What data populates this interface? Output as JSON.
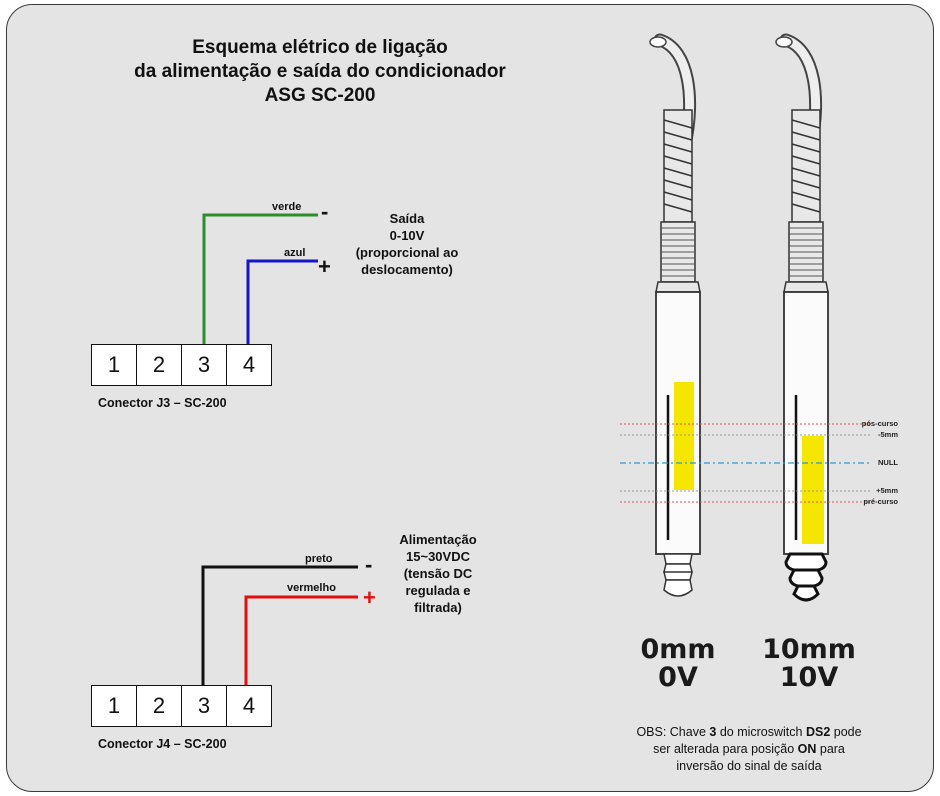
{
  "title": {
    "line1": "Esquema elétrico de ligação",
    "line2": "da alimentação e saída do condicionador",
    "line3": "ASG SC-200"
  },
  "output_block": {
    "wire_negative_label": "verde",
    "wire_positive_label": "azul",
    "minus": "-",
    "plus": "+",
    "description": [
      "Saída",
      "0-10V",
      "(proporcional ao",
      "deslocamento)"
    ],
    "wire_colors": {
      "negative": "#2e8b2e",
      "positive": "#1515c8"
    }
  },
  "power_block": {
    "wire_negative_label": "preto",
    "wire_positive_label": "vermelho",
    "minus": "-",
    "plus": "+",
    "description": [
      "Alimentação",
      "15~30VDC",
      "(tensão DC",
      "regulada e",
      "filtrada)"
    ],
    "wire_colors": {
      "negative": "#111111",
      "positive": "#e01010"
    }
  },
  "connector_j3": {
    "pins": [
      "1",
      "2",
      "3",
      "4"
    ],
    "label": "Conector J3 – SC-200"
  },
  "connector_j4": {
    "pins": [
      "1",
      "2",
      "3",
      "4"
    ],
    "label": "Conector J4 – SC-200"
  },
  "sensors": [
    {
      "position_label": "0mm",
      "voltage_label": "0V"
    },
    {
      "position_label": "10mm",
      "voltage_label": "10V"
    }
  ],
  "levels": {
    "pos_curso": "pós-curso",
    "minus5": "-5mm",
    "null": "NULL",
    "plus5": "+5mm",
    "pre_curso": "pré-curso"
  },
  "obs": {
    "line1_pre": "OBS: Chave ",
    "line1_b1": "3",
    "line1_mid": " do microswitch ",
    "line1_b2": "DS2",
    "line1_post": " pode",
    "line2_pre": "ser alterada para posição ",
    "line2_b": "ON",
    "line2_post": " para",
    "line3": "inversão do sinal de saída"
  },
  "colors": {
    "marker": "#f5e600",
    "null_line": "#2a9ad0",
    "travel_line": "#e05050",
    "ref_line": "#999999"
  }
}
